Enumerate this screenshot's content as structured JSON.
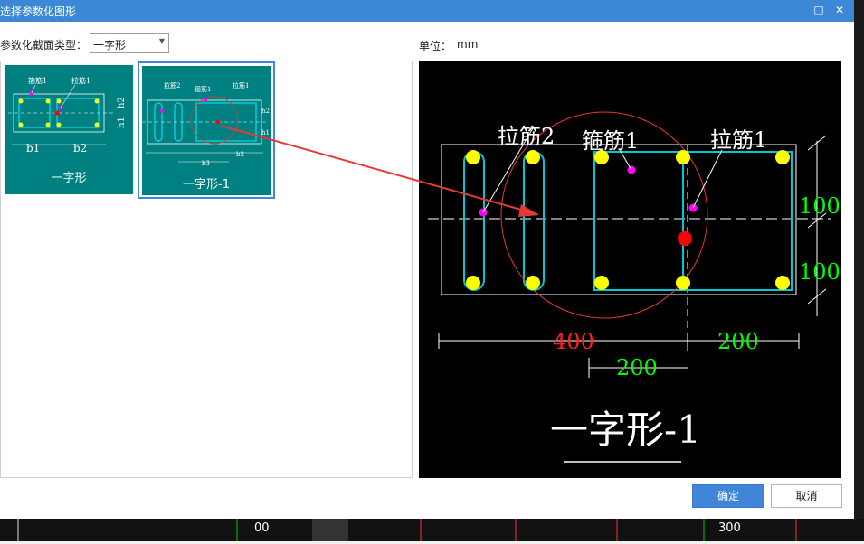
{
  "window": {
    "title": "选择参数化图形",
    "maximize_glyph": "□",
    "close_glyph": "✕"
  },
  "toolbar": {
    "type_label": "参数化截面类型：",
    "type_value": "一字形",
    "unit_label": "单位：",
    "unit_value": "mm"
  },
  "thumbnails": [
    {
      "caption": "一字形",
      "labels": [
        "箍筋1",
        "拉筋1",
        "b1",
        "b2",
        "h1",
        "h2"
      ]
    },
    {
      "caption": "一字形-1",
      "labels": [
        "拉筋2",
        "箍筋1",
        "拉筋1",
        "b3",
        "b2",
        "h2",
        "h1"
      ]
    }
  ],
  "preview": {
    "labels": {
      "tie2": "拉筋2",
      "stirrup1": "箍筋1",
      "tie1": "拉筋1"
    },
    "dims": {
      "h2": "100",
      "h1": "100",
      "b1": "400",
      "b2": "200",
      "b3": "200"
    },
    "caption": "一字形-1",
    "colors": {
      "bg": "#000000",
      "outline": "#ffffff",
      "rebar": "#00c8d8",
      "bar": "#ffff00",
      "marker": "#ff00ff",
      "center": "#ff0000",
      "dim_green": "#00ff00",
      "dim_red": "#ff0000",
      "arrow": "#e53935"
    }
  },
  "buttons": {
    "ok": "确定",
    "cancel": "取消"
  },
  "background": {
    "left_number": "00",
    "right_number": "300"
  }
}
